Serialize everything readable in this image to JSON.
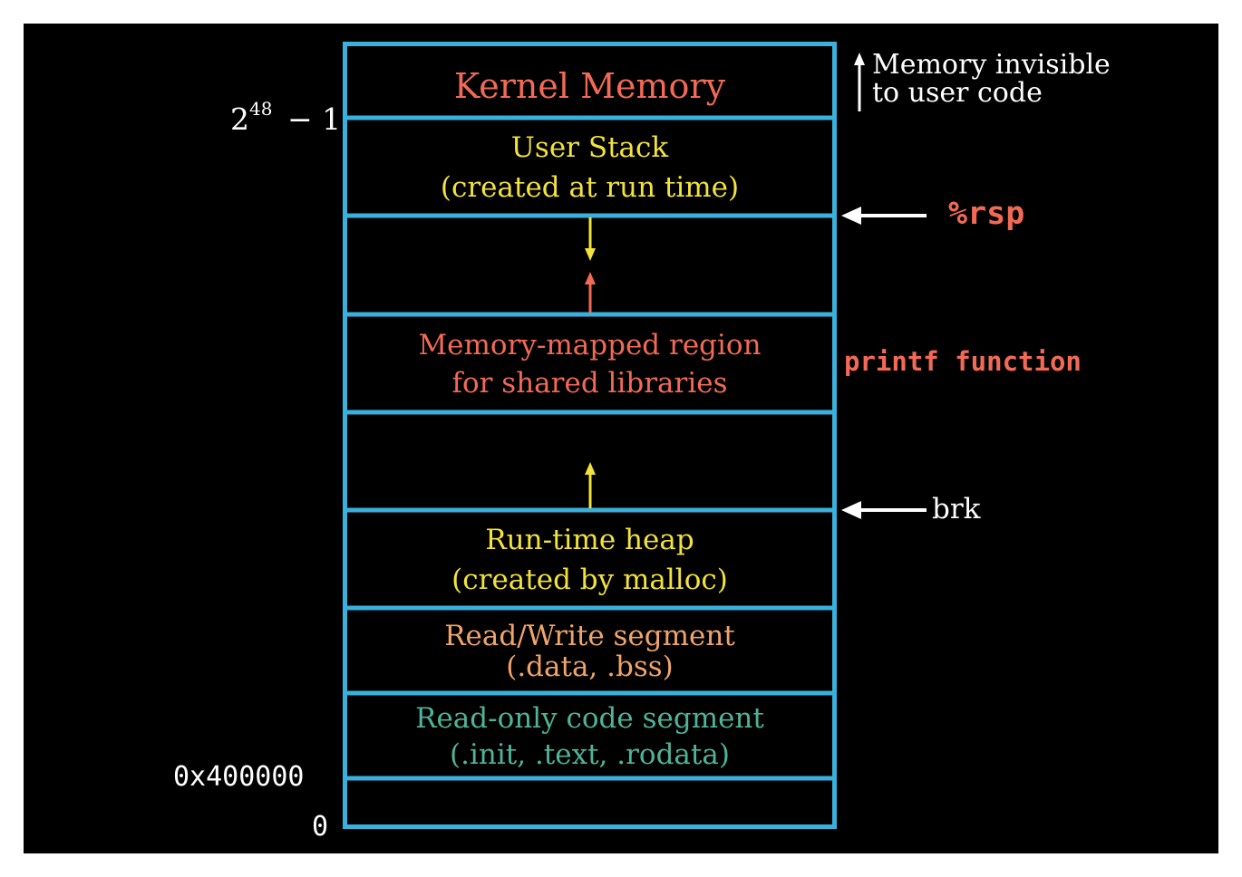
{
  "colors": {
    "background": "#000000",
    "border": "#3ab0dc",
    "kernel": "#f26a55",
    "user_stack": "#f2e23c",
    "mmap": "#f26a55",
    "heap": "#f2e23c",
    "rw": "#f0a46a",
    "ro": "#4fb39a",
    "white": "#ffffff",
    "arrow_down": "#f2e23c",
    "arrow_up_red": "#f26a55",
    "arrow_up_yellow": "#f2e23c"
  },
  "segments": {
    "kernel": {
      "line1": "Kernel Memory"
    },
    "user_stack": {
      "line1": "User Stack",
      "line2": "(created at run time)"
    },
    "mmap": {
      "line1": "Memory-mapped region",
      "line2": "for shared libraries"
    },
    "heap": {
      "line1": "Run-time heap",
      "line2": "(created by malloc)"
    },
    "rw": {
      "line1": "Read/Write segment",
      "line2": "(.data, .bss)"
    },
    "ro": {
      "line1": "Read-only code segment",
      "line2": "(.init, .text, .rodata)"
    }
  },
  "labels": {
    "top_address_base": "2",
    "top_address_exp": "48",
    "top_address_rest": "− 1",
    "addr_400000": "0x400000",
    "addr_zero": "0",
    "invisible_line1": "Memory invisible",
    "invisible_line2": "to user code",
    "rsp": "%rsp",
    "printf": "printf function",
    "brk": "brk"
  }
}
